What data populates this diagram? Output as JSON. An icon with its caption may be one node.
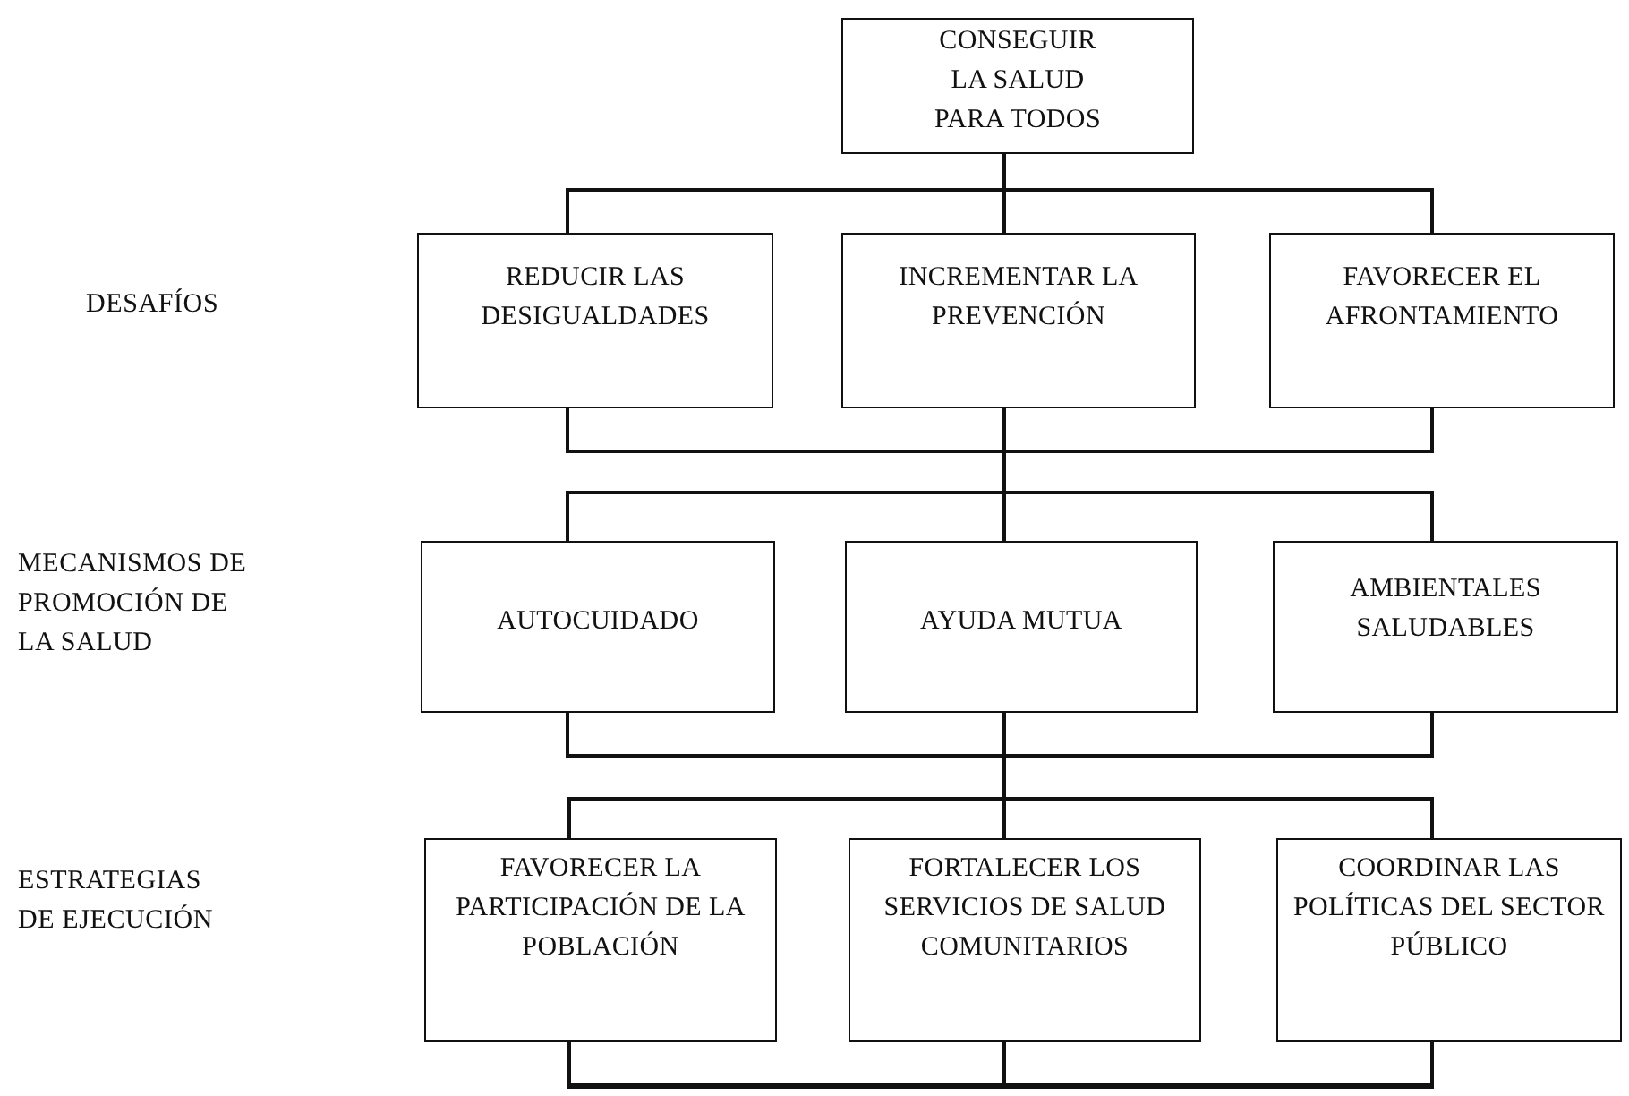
{
  "diagram": {
    "nodes": [
      {
        "text": [
          "CONSEGUIR LA SALUD PARA TODOS"
        ]
      },
      {
        "text": [
          "REDUCIR LAS DESIGUALDADES"
        ]
      },
      {
        "text": [
          "INCREMENTAR LA PREVENCIÓN"
        ]
      },
      {
        "text": [
          "FAVORECER EL AFRONTAMIENTO"
        ]
      },
      {
        "text": [
          "AUTOCUIDADO"
        ]
      },
      {
        "text": [
          "AYUDA MUTUA"
        ]
      },
      {
        "text": [
          "AMBIENTALES SALUDABLES"
        ]
      },
      {
        "text": [
          "FAVORECER LA PARTICIPACIÓN DE LA POBLACIÓN"
        ]
      },
      {
        "text": [
          "FORTALECER LOS SERVICIOS DE SALUD COMUNITARIOS"
        ]
      },
      {
        "text": [
          "COORDINAR LAS POLÍTICAS DEL SECTOR PÚBLICO"
        ]
      },
      {
        "text": [],
        "shape": "bar"
      }
    ],
    "edges": [
      {
        "from": 0,
        "to": 1,
        "arrow": "none"
      },
      {
        "from": 0,
        "to": 2,
        "arrow": "none"
      },
      {
        "from": 0,
        "to": 3,
        "arrow": "none"
      },
      {
        "from": 1,
        "to": 4,
        "arrow": "none"
      },
      {
        "from": 1,
        "to": 5,
        "arrow": "none"
      },
      {
        "from": 1,
        "to": 6,
        "arrow": "none"
      },
      {
        "from": 2,
        "to": 4,
        "arrow": "none"
      },
      {
        "from": 2,
        "to": 5,
        "arrow": "none"
      },
      {
        "from": 2,
        "to": 6,
        "arrow": "none"
      },
      {
        "from": 3,
        "to": 4,
        "arrow": "none"
      },
      {
        "from": 3,
        "to": 5,
        "arrow": "none"
      },
      {
        "from": 3,
        "to": 6,
        "arrow": "none"
      },
      {
        "from": 4,
        "to": 7,
        "arrow": "none"
      },
      {
        "from": 4,
        "to": 8,
        "arrow": "none"
      },
      {
        "from": 4,
        "to": 9,
        "arrow": "none"
      },
      {
        "from": 5,
        "to": 7,
        "arrow": "none"
      },
      {
        "from": 5,
        "to": 8,
        "arrow": "none"
      },
      {
        "from": 5,
        "to": 9,
        "arrow": "none"
      },
      {
        "from": 6,
        "to": 7,
        "arrow": "none"
      },
      {
        "from": 6,
        "to": 8,
        "arrow": "none"
      },
      {
        "from": 6,
        "to": 9,
        "arrow": "none"
      },
      {
        "from": 7,
        "to": 10,
        "arrow": "none"
      },
      {
        "from": 8,
        "to": 10,
        "arrow": "none"
      },
      {
        "from": 9,
        "to": 10,
        "arrow": "none"
      }
    ],
    "labels": [
      "DESAFÍOS",
      "MECANISMOS DE PROMOCIÓN DE LA SALUD",
      "ESTRATEGIAS DE EJECUCIÓN"
    ]
  }
}
